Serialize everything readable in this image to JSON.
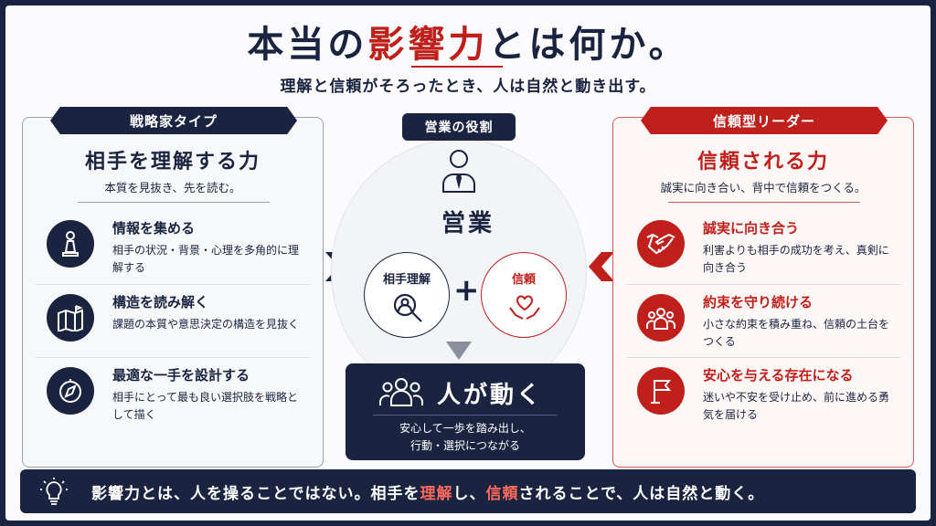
{
  "title": {
    "pre": "本当の",
    "highlight": "影響力",
    "post": "とは何か。"
  },
  "subtitle": "理解と信頼がそろったとき、人は自然と動き出す。",
  "left_panel": {
    "tag": "戦略家タイプ",
    "heading": "相手を理解する力",
    "sub": "本質を見抜き、先を読む。",
    "items": [
      {
        "icon": "chess-pawn-icon",
        "title": "情報を集める",
        "desc": "相手の状況・背景・心理を多角的に理解する"
      },
      {
        "icon": "map-flag-icon",
        "title": "構造を読み解く",
        "desc": "課題の本質や意思決定の構造を見抜く"
      },
      {
        "icon": "compass-icon",
        "title": "最適な一手を設計する",
        "desc": "相手にとって最も良い選択肢を戦略として描く"
      }
    ]
  },
  "right_panel": {
    "tag": "信頼型リーダー",
    "heading": "信頼される力",
    "sub": "誠実に向き合い、背中で信頼をつくる。",
    "items": [
      {
        "icon": "handshake-icon",
        "title": "誠実に向き合う",
        "desc": "利害よりも相手の成功を考え、真剣に向き合う"
      },
      {
        "icon": "team-icon",
        "title": "約束を守り続ける",
        "desc": "小さな約束を積み重ね、信頼の土台をつくる"
      },
      {
        "icon": "flag-icon",
        "title": "安心を与える存在になる",
        "desc": "迷いや不安を受け止め、前に進める勇気を届ける"
      }
    ]
  },
  "center": {
    "tag": "営業の役割",
    "label": "営業",
    "circle_a": "相手理解",
    "circle_b": "信頼",
    "plus": "+",
    "result_title": "人が動く",
    "result_desc_1": "安心して一歩を踏み出し、",
    "result_desc_2": "行動・選択につながる"
  },
  "banner": {
    "part1": "影響力とは、人を操ることではない。相手を",
    "hl1": "理解",
    "part2": "し、",
    "hl2": "信頼",
    "part3": "されることで、人は自然と動く。"
  },
  "colors": {
    "navy": "#1a2340",
    "red": "#c0201c"
  }
}
